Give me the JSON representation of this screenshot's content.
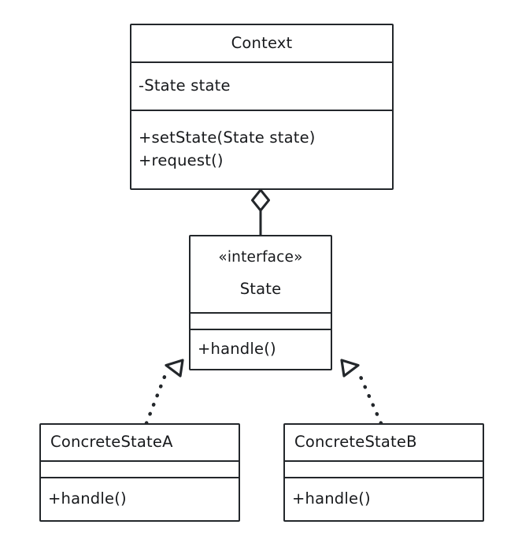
{
  "diagram": {
    "type": "uml-class-diagram",
    "pattern": "State",
    "background": "#ffffff",
    "stroke_color": "#23272b",
    "text_color": "#17191c",
    "classes": [
      {
        "id": "context",
        "name": "Context",
        "stereotype": "",
        "title_align": "center",
        "attributes": [
          "-State state"
        ],
        "operations": [
          "+setState(State state)",
          "+request()"
        ]
      },
      {
        "id": "state",
        "name": "State",
        "stereotype": "«interface»",
        "title_align": "center",
        "attributes": [],
        "operations": [
          "+handle()"
        ]
      },
      {
        "id": "concrete_a",
        "name": "ConcreteStateA",
        "stereotype": "",
        "title_align": "left",
        "attributes": [],
        "operations": [
          "+handle()"
        ]
      },
      {
        "id": "concrete_b",
        "name": "ConcreteStateB",
        "stereotype": "",
        "title_align": "left",
        "attributes": [],
        "operations": [
          "+handle()"
        ]
      }
    ],
    "relationships": [
      {
        "id": "context-state",
        "kind": "aggregation",
        "line": "solid",
        "from": "context",
        "to": "state",
        "marker": "hollow-diamond",
        "marker_end": "context"
      },
      {
        "id": "concrete-a-state",
        "kind": "realization",
        "line": "dotted",
        "from": "concrete_a",
        "to": "state",
        "marker": "hollow-triangle",
        "marker_end": "state"
      },
      {
        "id": "concrete-b-state",
        "kind": "realization",
        "line": "dotted",
        "from": "concrete_b",
        "to": "state",
        "marker": "hollow-triangle",
        "marker_end": "state"
      }
    ]
  }
}
